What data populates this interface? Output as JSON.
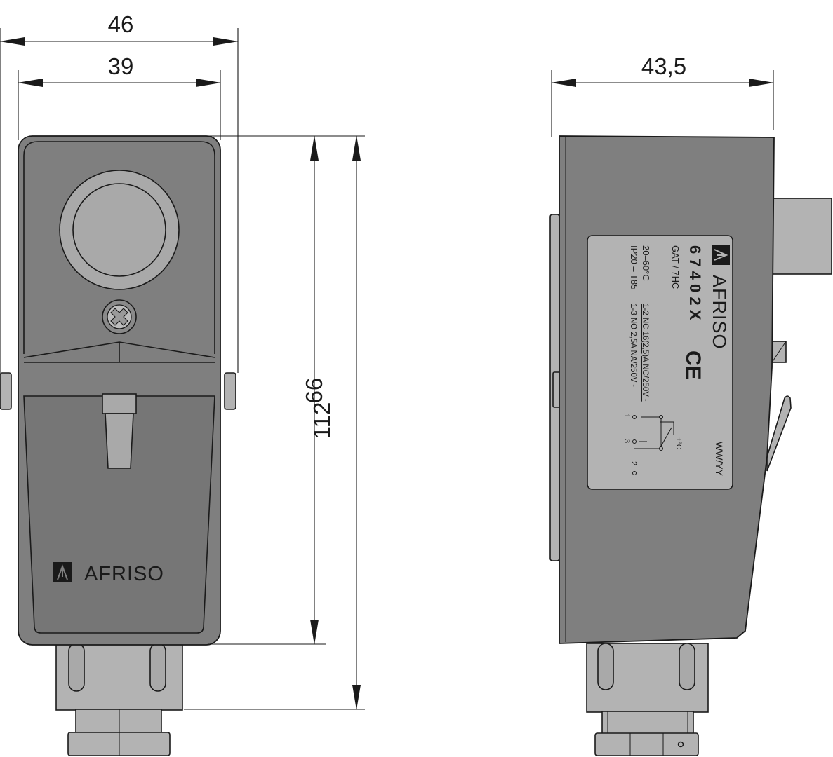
{
  "dimensions": {
    "front_outer_width": "46",
    "front_inner_width": "39",
    "front_body_height": "99",
    "front_total_height": "112",
    "side_depth": "43,5"
  },
  "front_view": {
    "brand": "AFRISO"
  },
  "side_label": {
    "brand": "AFRISO",
    "model": "6 7 4 0 2 X",
    "type_code": "GAT / 7HC",
    "temp_range": "20–60°C",
    "rating_line1": "1-2 NC 16(2,5)A NC/250V~",
    "rating_line2": "1-3 NO 2,5A NA/250V~",
    "protection": "IP20 – T85",
    "date_code": "WW/YY",
    "ce_mark": "CE",
    "terminal_1": "1",
    "terminal_2": "2",
    "terminal_3": "3",
    "temp_symbol": "+°C"
  },
  "icons": [
    "afriso-logo-icon",
    "ce-mark-icon",
    "switch-schematic-icon",
    "screw-icon",
    "arrow-icon"
  ],
  "colors": {
    "housing": "#7f7f7f",
    "window": "#a9a9a9",
    "label": "#b3b3b3",
    "line": "#1a1a1a"
  }
}
